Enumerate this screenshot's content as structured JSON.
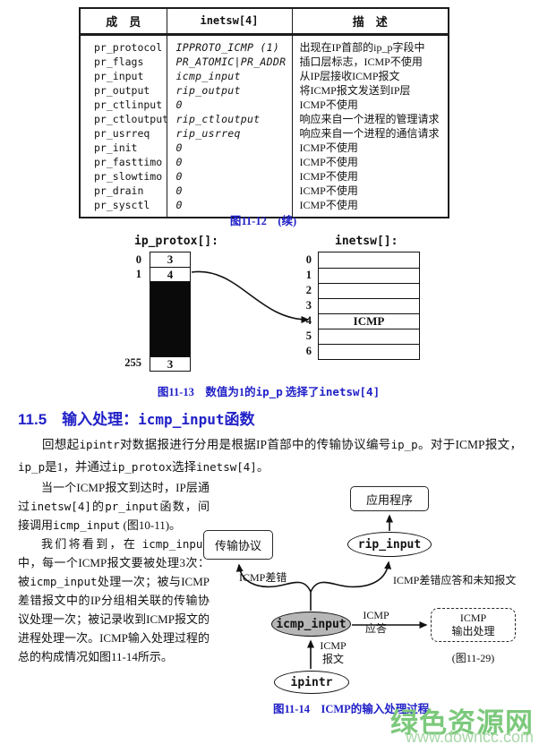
{
  "page": {
    "background": "#ffffff",
    "text_color": "#121212",
    "caption_blue": "#2121c8"
  },
  "table": {
    "headers": [
      "成　员",
      "inetsw[4]",
      "描　述"
    ],
    "rows": [
      {
        "member": "pr_protocol",
        "value": "IPPROTO_ICMP (1)",
        "desc": "出现在IP首部的ip_p字段中"
      },
      {
        "member": "pr_flags",
        "value": "PR_ATOMIC|PR_ADDR",
        "desc": "插口层标志，ICMP不使用"
      },
      {
        "member": "pr_input",
        "value": "icmp_input",
        "desc": "从IP层接收ICMP报文"
      },
      {
        "member": "pr_output",
        "value": "rip_output",
        "desc": "将ICMP报文发送到IP层"
      },
      {
        "member": "pr_ctlinput",
        "value": "0",
        "desc": "ICMP不使用"
      },
      {
        "member": "pr_ctloutput",
        "value": "rip_ctloutput",
        "desc": "响应来自一个进程的管理请求"
      },
      {
        "member": "pr_usrreq",
        "value": "rip_usrreq",
        "desc": "响应来自一个进程的通信请求"
      },
      {
        "member": "pr_init",
        "value": "0",
        "desc": "ICMP不使用"
      },
      {
        "member": "pr_fasttimo",
        "value": "0",
        "desc": "ICMP不使用"
      },
      {
        "member": "pr_slowtimo",
        "value": "0",
        "desc": "ICMP不使用"
      },
      {
        "member": "pr_drain",
        "value": "0",
        "desc": "ICMP不使用"
      },
      {
        "member": "pr_sysctl",
        "value": "0",
        "desc": "ICMP不使用"
      }
    ],
    "caption": "图11-12　(续)"
  },
  "fig13": {
    "left_label": "ip_protox[]:",
    "left_indices": {
      "i0": "0",
      "i1": "1",
      "i255": "255"
    },
    "left_cells": {
      "c0": "3",
      "c1": "4",
      "c255": "3"
    },
    "right_label": "inetsw[]:",
    "right_indices": [
      "0",
      "1",
      "2",
      "3",
      "4",
      "5",
      "6"
    ],
    "right_values": [
      "",
      "",
      "",
      "",
      "ICMP",
      "",
      ""
    ],
    "caption_segments": [
      {
        "t": "图11-13　数值为1的"
      },
      {
        "t": "ip_p",
        "code": true
      },
      {
        "t": " 选择了"
      },
      {
        "t": "inetsw[4]",
        "code": true
      }
    ]
  },
  "section": {
    "heading_segments": [
      {
        "t": "11.5　输入处理："
      },
      {
        "t": "icmp_input",
        "code": true
      },
      {
        "t": "函数"
      }
    ]
  },
  "paragraphs": {
    "p1_segments": [
      {
        "t": "回想起"
      },
      {
        "t": "ipintr",
        "code": true
      },
      {
        "t": "对数据报进行分用是根据IP首部中的传输协议编号"
      },
      {
        "t": "ip_p",
        "code": true
      },
      {
        "t": "。对于ICMP报文，"
      },
      {
        "t": "ip_p",
        "code": true
      },
      {
        "t": "是1，并通过"
      },
      {
        "t": "ip_protox",
        "code": true
      },
      {
        "t": "选择"
      },
      {
        "t": "inetsw[4]",
        "code": true
      },
      {
        "t": "。"
      }
    ],
    "p2_segments": [
      {
        "t": "当一个ICMP报文到达时，IP层通过"
      },
      {
        "t": "inetsw[4]",
        "code": true
      },
      {
        "t": "的"
      },
      {
        "t": "pr_input",
        "code": true
      },
      {
        "t": "函数，间接调用"
      },
      {
        "t": "icmp_input",
        "code": true
      },
      {
        "t": " (图10-11)。"
      }
    ],
    "p3_segments": [
      {
        "t": "我们将看到，在 "
      },
      {
        "t": "icmp_",
        "code": true
      },
      {
        "t": "input",
        "code": true
      },
      {
        "t": "中，每一个ICMP报文要被处理3次：被"
      },
      {
        "t": "icmp_input",
        "code": true
      },
      {
        "t": "处理一次；被与ICMP差错报文中的IP分组相关联的传输协议处理一次；被记录收到ICMP报文的进程处理一次。ICMP输入处理过程的总的构成情况如图11-14所示。"
      }
    ]
  },
  "fig14": {
    "app_box": "应用程序",
    "transport_box": "传输协议",
    "rip_label": "rip_input",
    "icmp_label": "icmp_input",
    "ipintr_label": "ipintr",
    "label_icmp_error": "ICMP差错",
    "label_icmp_error_reply": "ICMP差错应答和未知报文",
    "label_reply_line1": "ICMP",
    "label_reply_line2": "应答",
    "out_box_line1": "ICMP",
    "out_box_line2": "输出处理",
    "out_ref": "(图11-29)",
    "label_msg_line1": "ICMP",
    "label_msg_line2": "报文",
    "caption": "图11-14　ICMP的输入处理过程"
  },
  "watermark": {
    "title": "绿色资源网",
    "url": "www.downcc.com",
    "title_color": "#7cc97c",
    "url_color": "#a9d7a9"
  }
}
